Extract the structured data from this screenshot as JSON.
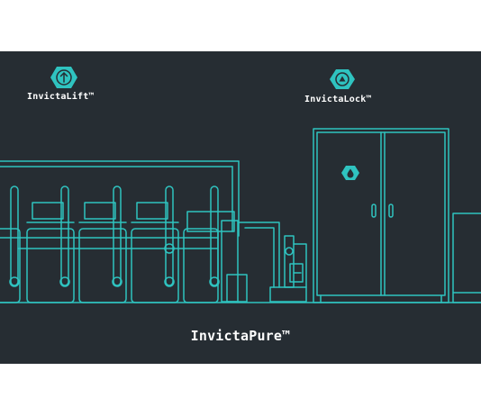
{
  "labels": {
    "lift": "InvictaLift™",
    "lock": "InvictaLock™",
    "pure": "InvictaPure™"
  },
  "icons": {
    "lift": "arrow-up-hexagon-icon",
    "lock": "triangle-hexagon-icon",
    "drop": "water-drop-icon"
  },
  "colors": {
    "background": "#262d33",
    "line": "#2fc3c0",
    "text": "#ffffff"
  }
}
